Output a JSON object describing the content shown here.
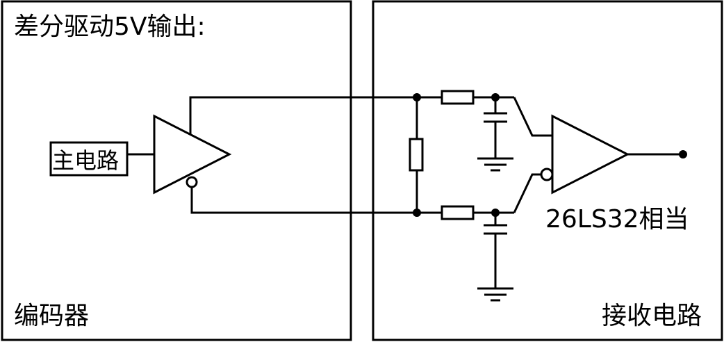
{
  "title": "差分驱动5V输出:",
  "blocks": {
    "encoder": {
      "label": "编码器"
    },
    "receiver": {
      "label": "接收电路"
    },
    "main_circuit": {
      "label": "主电路"
    }
  },
  "receiver_ic": {
    "label": "26LS32相当"
  },
  "colors": {
    "line": "#000000",
    "background": "#ffffff"
  }
}
